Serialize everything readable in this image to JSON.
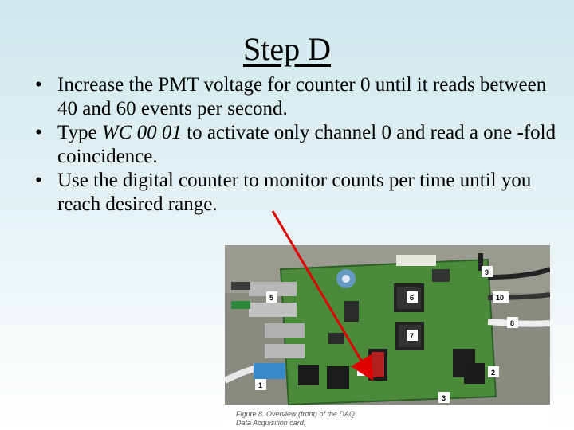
{
  "slide": {
    "title": "Step D",
    "bullets": [
      {
        "pre": "Increase the PMT voltage for counter 0 until it reads between 40 and 60 events per second.",
        "em": "",
        "post": ""
      },
      {
        "pre": "Type ",
        "em": "WC 00 01",
        "post": " to activate only channel 0 and read a one -fold coincidence."
      },
      {
        "pre": "Use the digital counter to monitor counts per time until you reach desired range.",
        "em": "",
        "post": ""
      }
    ]
  },
  "photo": {
    "labels": [
      "1",
      "2",
      "3",
      "4",
      "5",
      "6",
      "7",
      "8",
      "9",
      "10"
    ],
    "caption": "Figure 8. Overview (front) of the DAQ Data Acquisition card."
  },
  "colors": {
    "arrow": "#e00000",
    "board": "#4a8a3a",
    "background_top": "#cfe8ee"
  }
}
